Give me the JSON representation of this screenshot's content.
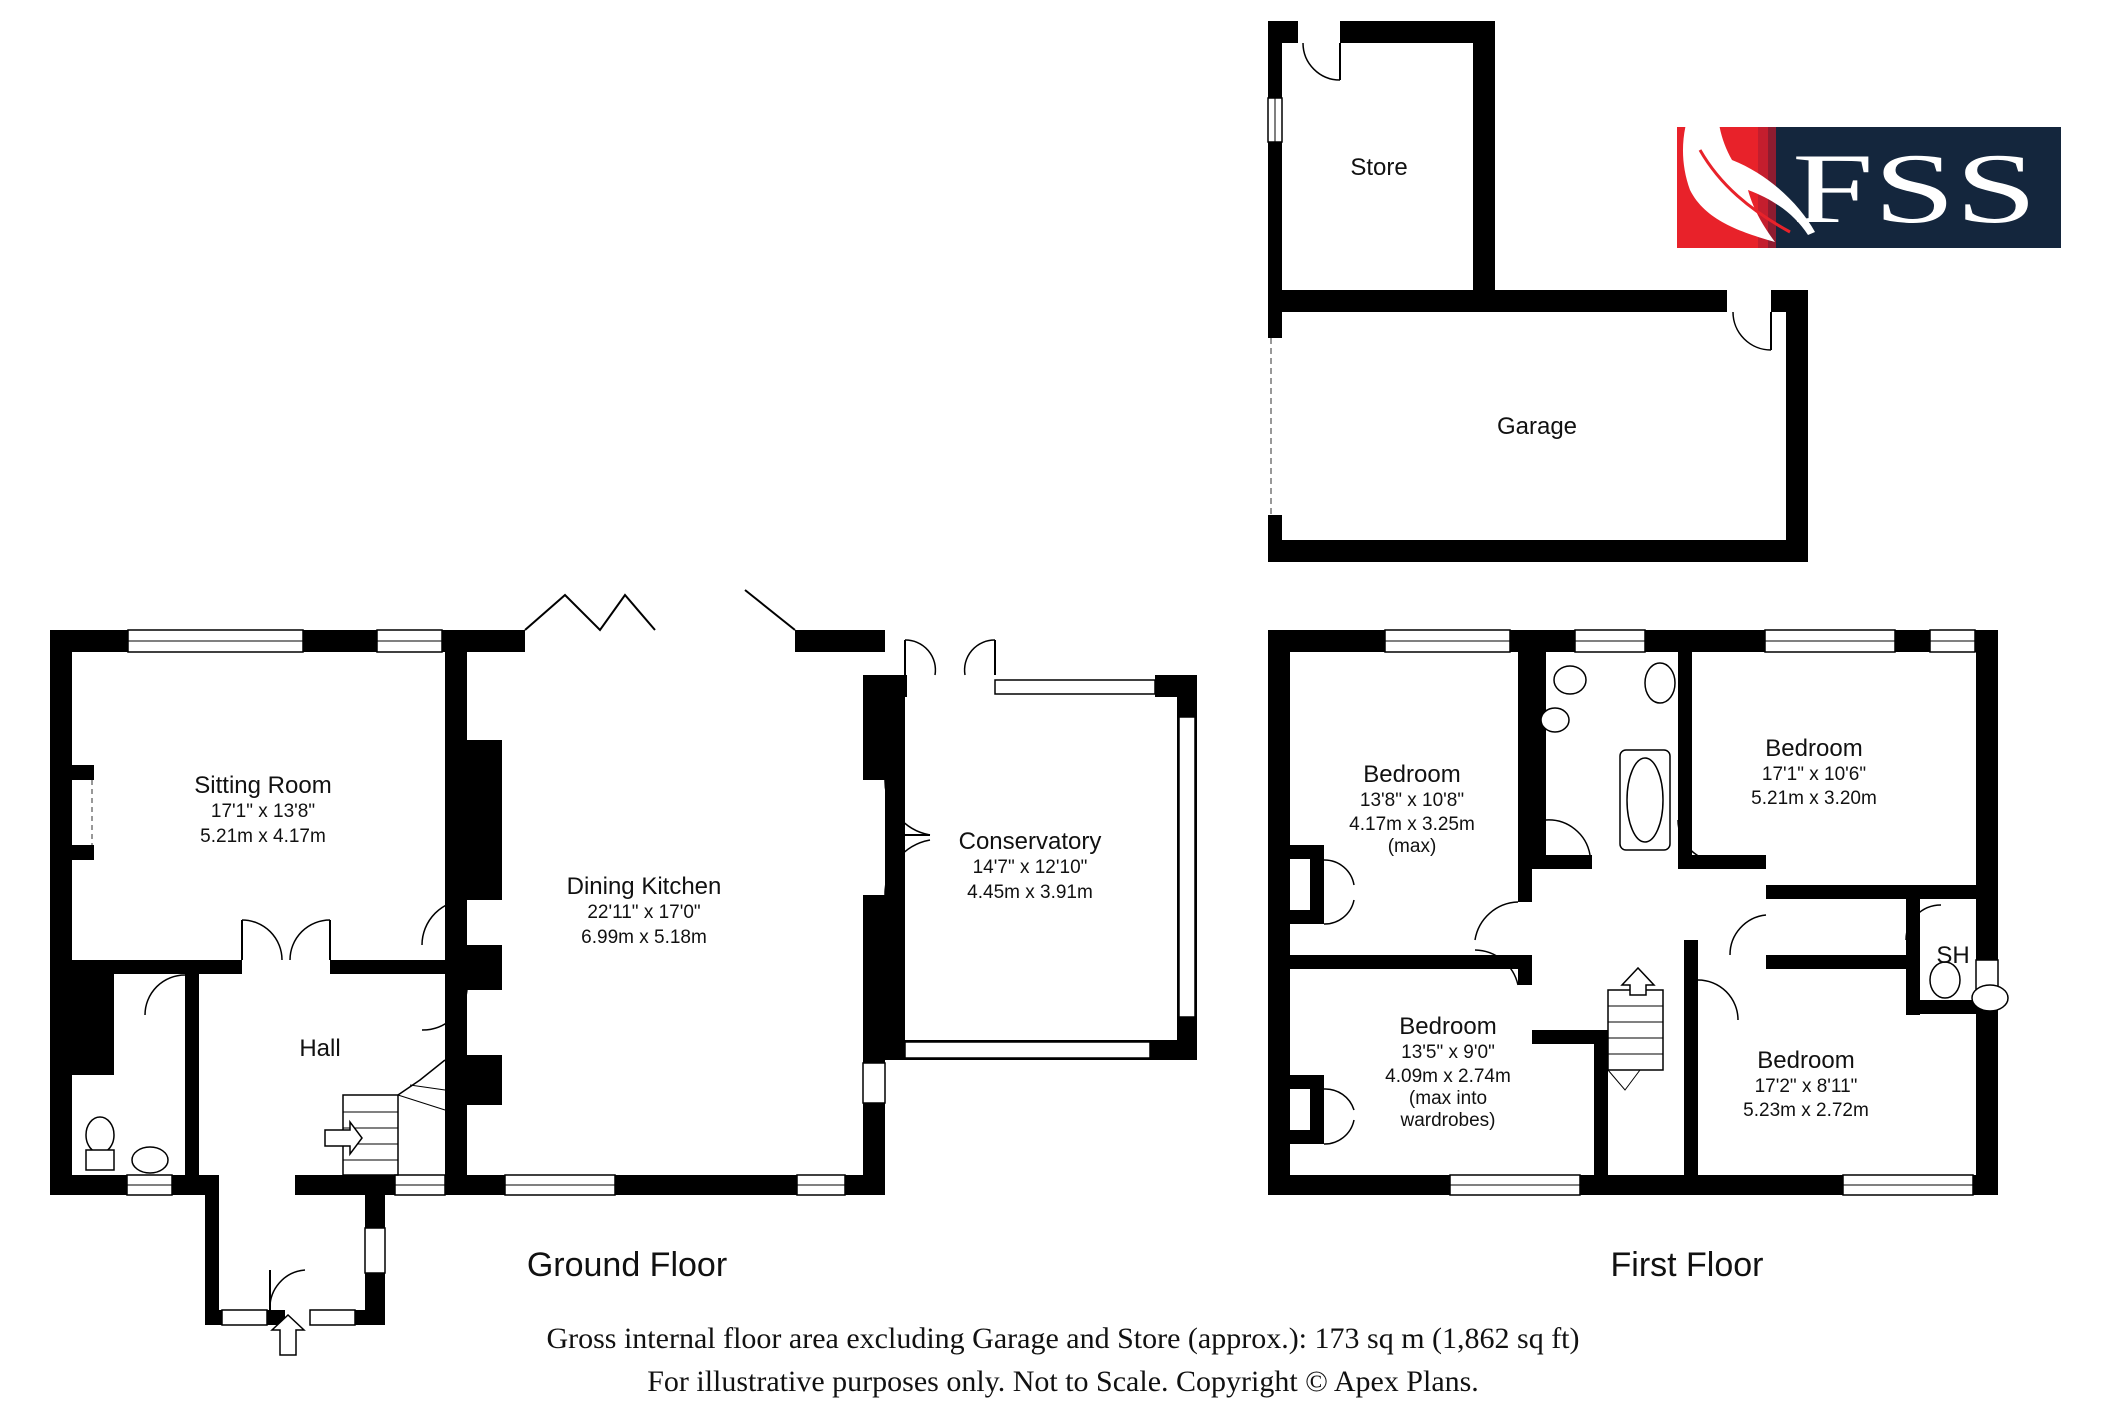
{
  "logo": {
    "text": "FSS",
    "navy": "#14263d",
    "red": "#e8222a"
  },
  "colors": {
    "wall": "#000000",
    "background": "#ffffff",
    "window_fill": "#ffffff"
  },
  "outbuildings": {
    "store": {
      "name": "Store"
    },
    "garage": {
      "name": "Garage"
    }
  },
  "ground_floor": {
    "label": "Ground Floor",
    "rooms": {
      "sitting_room": {
        "name": "Sitting Room",
        "imperial": "17'1\" x 13'8\"",
        "metric": "5.21m x 4.17m"
      },
      "dining_kitchen": {
        "name": "Dining Kitchen",
        "imperial": "22'11\" x 17'0\"",
        "metric": "6.99m x 5.18m"
      },
      "conservatory": {
        "name": "Conservatory",
        "imperial": "14'7\" x 12'10\"",
        "metric": "4.45m x 3.91m"
      },
      "hall": {
        "name": "Hall"
      }
    }
  },
  "first_floor": {
    "label": "First Floor",
    "rooms": {
      "bedroom_1": {
        "name": "Bedroom",
        "imperial": "13'8\" x 10'8\"",
        "metric": "4.17m x 3.25m",
        "note": "(max)"
      },
      "bedroom_2": {
        "name": "Bedroom",
        "imperial": "17'1\" x 10'6\"",
        "metric": "5.21m x 3.20m"
      },
      "bedroom_3": {
        "name": "Bedroom",
        "imperial": "13'5\" x 9'0\"",
        "metric": "4.09m x 2.74m",
        "note1": "(max into",
        "note2": "wardrobes)"
      },
      "bedroom_4": {
        "name": "Bedroom",
        "imperial": "17'2\" x 8'11\"",
        "metric": "5.23m x 2.72m"
      },
      "shower": {
        "name": "SH"
      }
    }
  },
  "footer": {
    "line1": "Gross internal floor area excluding Garage and Store (approx.): 173 sq m (1,862 sq ft)",
    "line2": "For illustrative purposes only. Not to Scale. Copyright © Apex Plans."
  }
}
